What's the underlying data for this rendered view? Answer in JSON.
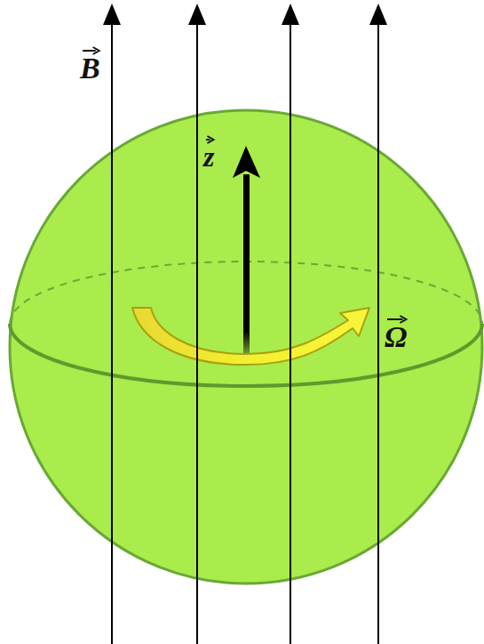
{
  "diagram": {
    "labels": [
      "B",
      "z",
      "Ω"
    ]
  }
}
